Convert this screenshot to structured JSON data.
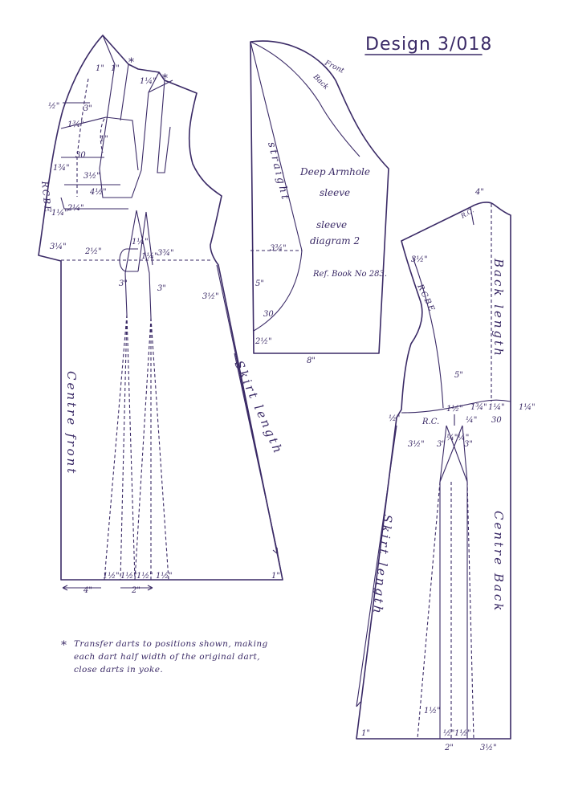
{
  "title": "Design 3/018",
  "front": {
    "centre_front": "Centre front",
    "skirt_length": "Skirt length",
    "rcbe": "RCBE",
    "m": {
      "a": "1\"",
      "b": "1\"",
      "c": "1¼\"",
      "d": "½\"",
      "e": "3\"",
      "f": "1¾\"",
      "g": "1\"",
      "h": "30",
      "i": "3½\"",
      "j": "1¾\"",
      "k": "4½\"",
      "l": "1¼\"",
      "n": "2¼\"",
      "o": "3¼\"",
      "p": "2½\"",
      "q": "1¼\"",
      "r": "1¼\"",
      "s": "3¾\"",
      "t": "3\"",
      "u": "3\"",
      "v": "3½\"",
      "w": "1½\"",
      "x": "1½\"",
      "y": "1½\"",
      "z": "1½\"",
      "aa": "1\"",
      "bb": "4\"",
      "cc": "2\""
    }
  },
  "sleeve": {
    "front": "Front",
    "back": "Back",
    "straight": "straight",
    "name1": "Deep Armhole",
    "name2": "sleeve",
    "diag1": "sleeve",
    "diag2": "diagram 2",
    "ref": "Ref. Book No 283.",
    "m": {
      "a": "3¾\"",
      "b": "5\"",
      "c": "30",
      "d": "2½\"",
      "e": "8\""
    }
  },
  "back": {
    "back_length": "Back length",
    "centre_back": "Centre Back",
    "skirt_length": "Skirt length",
    "rcbe": "RCBE",
    "rc": "R.C.",
    "m": {
      "a": "4\"",
      "b": "R.C.",
      "c": "3½\"",
      "d": "5\"",
      "e": "1½\"",
      "f": "1¾\"",
      "g": "1¼\"",
      "h": "¼\"",
      "i": "30",
      "j": "1¼\"",
      "k": "½\"",
      "l": "¼\"",
      "n": "¼\"",
      "o": "3½\"",
      "p": "3\"",
      "q": "3\"",
      "r": "1½\"",
      "s": "½\"",
      "t": "1½\"",
      "u": "1\"",
      "v": "2\"",
      "w": "3½\""
    }
  },
  "footnote_mark": "*",
  "footnote": "Transfer darts to positions shown, making each dart half width of the original dart, close darts in yoke."
}
